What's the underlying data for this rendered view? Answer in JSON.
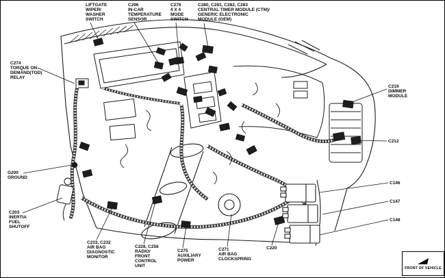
{
  "callouts": {
    "top": {
      "liftgate_wiper_washer_switch": "LIFTGATE\nWIPER/\nWASHER\nSWITCH",
      "c296_in_car_temperature_sensor": "C296\nIN-CAR\nTEMPERATURE\nSENSOR",
      "c279_4x4_mode_switch": "C279\n4 X 4\nMODE\nSWITCH",
      "c280_c283_ctm_gem": "C280, C281, C282, C283\nCENTRAL TIMER MODULE (CTM)/\nGENERIC ELECTRONIC\nMODULE (GEM)"
    },
    "left": {
      "c274_torque_on_demand_relay": "C274\nTORQUE ON\nDEMAND(TOD)\nRELAY",
      "g200_ground": "G200\nGROUND",
      "c203_inertia_fuel_shutoff": "C203\nINERTIA\nFUEL\nSHUTOFF"
    },
    "right": {
      "c219_dimmer_module": "C219\nDIMMER\nMODULE",
      "c212": "C212",
      "c146": "C146",
      "c147": "C147",
      "c148": "C148"
    },
    "bottom": {
      "c233_c232_air_bag_diagnostic_monitor": "C233, C232\nAIR BAG\nDIAGNOSTIC\nMONITOR",
      "c228_c256_radio_front_control_unit": "C228, C256\nRADIO/\nFRONT\nCONTROL\nUNIT",
      "c275_auxiliary_power": "C275\nAUXILIARY\nPOWER",
      "c271_air_bag_clockspring": "C271\nAIR BAG\nCLOCKSPRING",
      "c220": "C220"
    }
  },
  "front_of_vehicle": "FRONT OF VEHICLE",
  "colors": {
    "line": "#1a1a1a",
    "harness": "#3c3c3c",
    "background": "#ffffff"
  }
}
